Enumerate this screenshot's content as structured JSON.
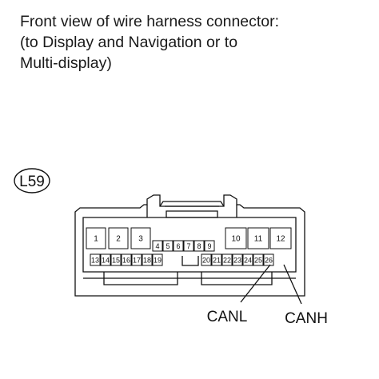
{
  "caption": {
    "line1": "Front view of wire harness connector:",
    "line2": "(to Display and Navigation or to",
    "line3": "Multi-display)"
  },
  "connector": {
    "id": "L59",
    "top_row_left": [
      "1",
      "2",
      "3"
    ],
    "top_row_right": [
      "10",
      "11",
      "12"
    ],
    "middle_row": [
      "4",
      "5",
      "6",
      "7",
      "8",
      "9"
    ],
    "bottom_row_left": [
      "13",
      "14",
      "15",
      "16",
      "17",
      "18",
      "19"
    ],
    "bottom_row_right": [
      "20",
      "21",
      "22",
      "23",
      "24",
      "25",
      "26"
    ]
  },
  "callouts": {
    "canl": "CANL",
    "canh": "CANH"
  }
}
